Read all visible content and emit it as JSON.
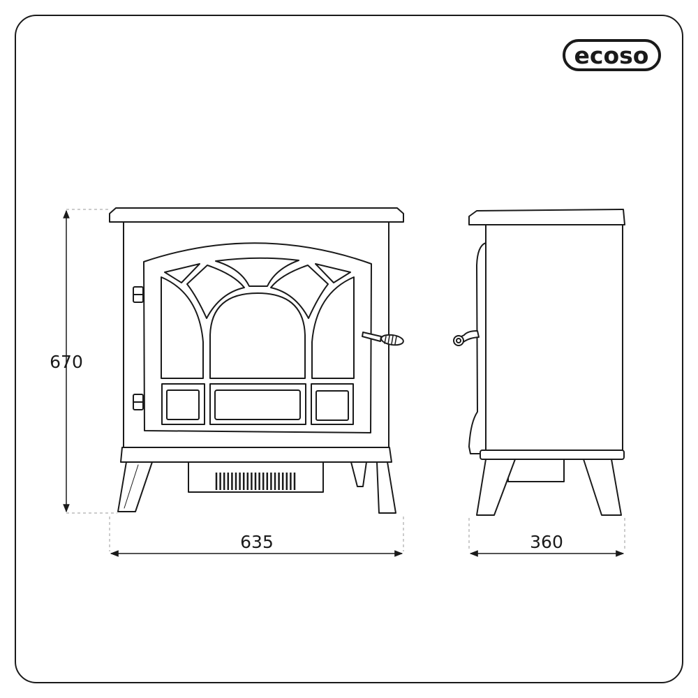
{
  "logo": {
    "text": "ecoso"
  },
  "dimensions": {
    "height": "670",
    "width": "635",
    "depth": "360"
  },
  "colors": {
    "line": "#1a1a1a",
    "frame": "#1a1a1a",
    "background": "#ffffff"
  }
}
